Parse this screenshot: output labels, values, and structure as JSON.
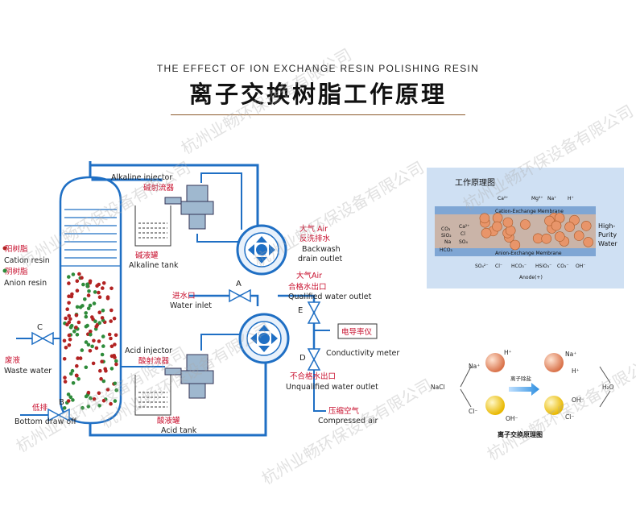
{
  "header": {
    "title_en": "THE EFFECT OF ION EXCHANGE  RESIN POLISHING RESIN",
    "title_zh": "离子交换树脂工作原理"
  },
  "diagram": {
    "legend": {
      "cation_zh": "阳树脂",
      "cation_en": "Cation resin",
      "anion_zh": "阴树脂",
      "anion_en": "Anion resin"
    },
    "waste": {
      "zh": "废液",
      "en": "Waste water",
      "valve": "C"
    },
    "bottom": {
      "zh": "低排",
      "en": "Bottom draw off",
      "valve": "B"
    },
    "alkaline_injector": {
      "en": "Alkaline injector",
      "zh": "碱射流器"
    },
    "alkaline_tank": {
      "zh": "碱液罐",
      "en": "Alkaline tank"
    },
    "acid_injector": {
      "en": "Acid injector",
      "zh": "酸射流器"
    },
    "acid_tank": {
      "zh": "酸液罐",
      "en": "Acid tank"
    },
    "water_inlet": {
      "zh": "进水口",
      "en": "Water inlet",
      "valve": "A"
    },
    "air_backwash": {
      "zh1": "大气 Air",
      "zh2": "反洗排水",
      "en1": "Backwash",
      "en2": "drain outlet"
    },
    "air_qualified": {
      "zh1": "大气Air",
      "zh2": "合格水出口",
      "en": "Qualified water outlet"
    },
    "valve_e": "E",
    "valve_d": "D",
    "conductivity": {
      "zh": "电导率仪",
      "en": "Conductivity meter"
    },
    "unqualified": {
      "zh": "不合格水出口",
      "en": "Unqualified water outlet"
    },
    "compressed": {
      "zh": "压缩空气",
      "en": "Compressed air"
    }
  },
  "membrane_panel": {
    "title": "工作原理图",
    "top_ions": [
      "Ca²⁺",
      "Mg²⁺",
      "Na⁺",
      "H⁺"
    ],
    "cation_membrane": "Cation-Exchange Membrane",
    "anion_membrane": "Anion-Exchange Membrane",
    "left_ions": [
      "CO₃",
      "Ca²⁺",
      "SiO₂",
      "Cl",
      "Na",
      "SO₄",
      "HCO₃"
    ],
    "bottom_ions": [
      "SO₄²⁻",
      "Cl⁻",
      "HCO₃⁻",
      "HSiO₃⁻",
      "CO₃⁻",
      "OH⁻"
    ],
    "output_label": [
      "High-",
      "Purity",
      "Water"
    ],
    "anode_label": "Anode(+)"
  },
  "reaction_panel": {
    "left_salt": "NaCl",
    "na": "Na⁺",
    "cl": "Cl⁻",
    "h": "H⁺",
    "oh": "OH⁻",
    "arrow_label": "离子除盐",
    "right_na": "Na⁺",
    "right_h": "H⁺",
    "right_cl": "Cl⁻",
    "right_oh": "OH⁻",
    "product": "H₂O",
    "caption": "离子交换原理图"
  },
  "watermark": "杭州业畅环保设备有限公司",
  "colors": {
    "pipe": "#1f6fc4",
    "red_text": "#c8102e",
    "cation_bead": "#b22222",
    "anion_bead": "#2e8b3a",
    "panel_bg": "#cfe0f3",
    "resin_orange": "#d9894a",
    "ball_orange": "#e8956a",
    "ball_yellow": "#f4d23a"
  }
}
